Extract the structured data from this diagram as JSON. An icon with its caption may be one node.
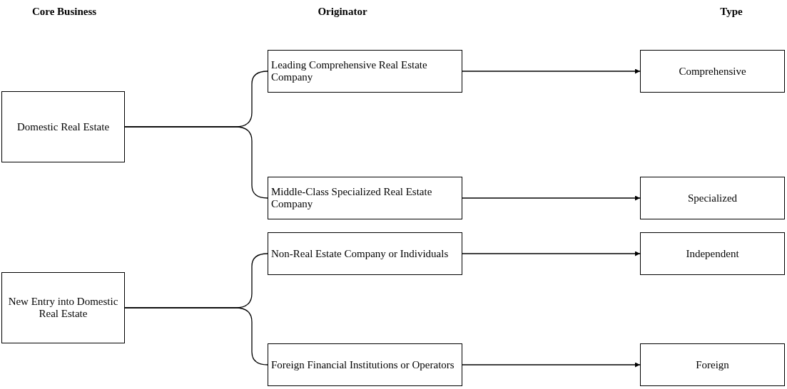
{
  "diagram": {
    "nodes": [
      {
        "text": [
          "Domestic Real Estate"
        ]
      },
      {
        "text": [
          "Leading Comprehensive Real Estate Company"
        ]
      },
      {
        "text": [
          "Comprehensive"
        ]
      },
      {
        "text": [
          "Middle-Class Specialized Real Estate Company"
        ]
      },
      {
        "text": [
          "Specialized"
        ]
      },
      {
        "text": [
          "New Entry into Domestic Real Estate"
        ]
      },
      {
        "text": [
          "Non-Real Estate Company or Individuals"
        ]
      },
      {
        "text": [
          "Independent"
        ]
      },
      {
        "text": [
          "Foreign Financial Institutions or Operators"
        ]
      },
      {
        "text": [
          "Foreign"
        ]
      }
    ],
    "edges": [
      {
        "from": 0,
        "to": 1,
        "arrow": "none"
      },
      {
        "from": 0,
        "to": 3,
        "arrow": "none"
      },
      {
        "from": 1,
        "to": 2,
        "arrow": "to"
      },
      {
        "from": 3,
        "to": 4,
        "arrow": "to"
      },
      {
        "from": 5,
        "to": 6,
        "arrow": "none"
      },
      {
        "from": 5,
        "to": 8,
        "arrow": "none"
      },
      {
        "from": 6,
        "to": 7,
        "arrow": "to"
      },
      {
        "from": 8,
        "to": 9,
        "arrow": "to"
      }
    ],
    "labels": [
      "Core Business",
      "Originator",
      "Type"
    ]
  }
}
